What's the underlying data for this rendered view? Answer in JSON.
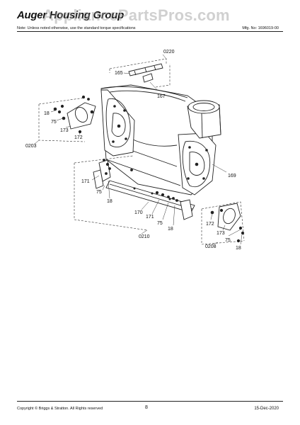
{
  "header": {
    "title": "Auger Housing Group",
    "watermark": "AppliancePartsPros.com",
    "note": "Note: Unless noted otherwise, use the standard torque specifications",
    "mfg_no": "Mfg. No: 1696019-00"
  },
  "callouts": {
    "c0220": "0220",
    "c165": "165",
    "c167": "167",
    "c0203": "0203",
    "c18_left": "18",
    "c75_left": "75",
    "c173_left": "173",
    "c172_left": "172",
    "c169": "169",
    "c171_a": "171",
    "c75_mid": "75",
    "c18_mid": "18",
    "c170": "170",
    "c171_b": "171",
    "c75_low": "75",
    "c18_low": "18",
    "c0210": "0210",
    "c172_right": "172",
    "c173_right": "173",
    "c75_right": "75",
    "c18_right": "18",
    "c0208": "0208"
  },
  "footer": {
    "copyright": "Copyright © Briggs & Stratton. All Rights reserved",
    "page": "8",
    "date": "15-Dec-2020"
  }
}
